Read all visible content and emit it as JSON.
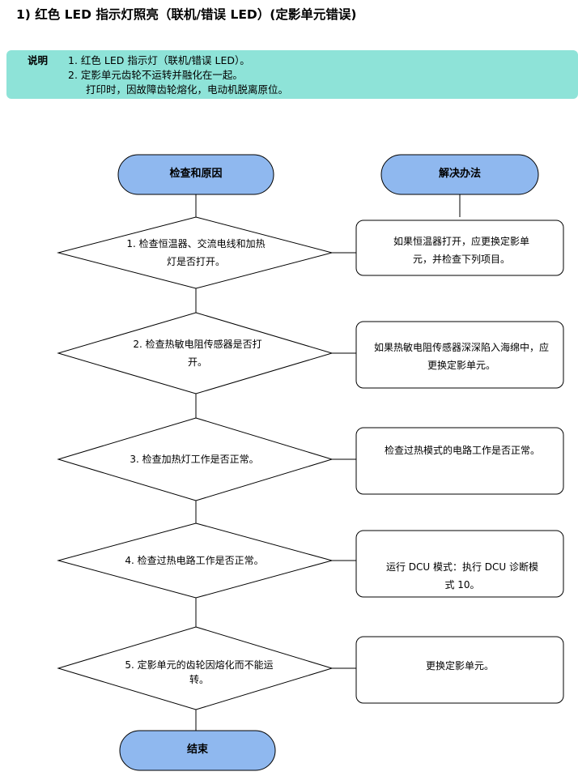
{
  "title": "1) 红色 LED 指示灯照亮（联机/错误 LED）(定影单元错误)",
  "note": {
    "label": "说明",
    "lines": [
      "1.    红色 LED 指示灯（联机/错误 LED）。",
      "2.    定影单元齿轮不运转并融化在一起。",
      "打印时，因故障齿轮熔化，电动机脱离原位。"
    ]
  },
  "flow": {
    "start": "检查和原因",
    "solution_header": "解决办法",
    "end": "结束",
    "steps": [
      {
        "check": "1. 检查恒温器、交流电线和加热灯是否打开。",
        "solution": "如果恒温器打开，应更换定影单元，并检查下列项目。"
      },
      {
        "check": "2. 检查热敏电阻传感器是否打开。",
        "solution": "如果热敏电阻传感器深深陷入海绵中，应更换定影单元。"
      },
      {
        "check": "3. 检查加热灯工作是否正常。",
        "solution": "检查过热模式的电路工作是否正常。"
      },
      {
        "check": "4. 检查过热电路工作是否正常。",
        "solution": "运行 DCU 模式：执行 DCU 诊断模式 10。"
      },
      {
        "check": "5. 定影单元的齿轮因熔化而不能运转。",
        "solution": "更换定影单元。"
      }
    ],
    "colors": {
      "terminator_fill": "#8fb8ef",
      "stroke": "#000000"
    }
  }
}
